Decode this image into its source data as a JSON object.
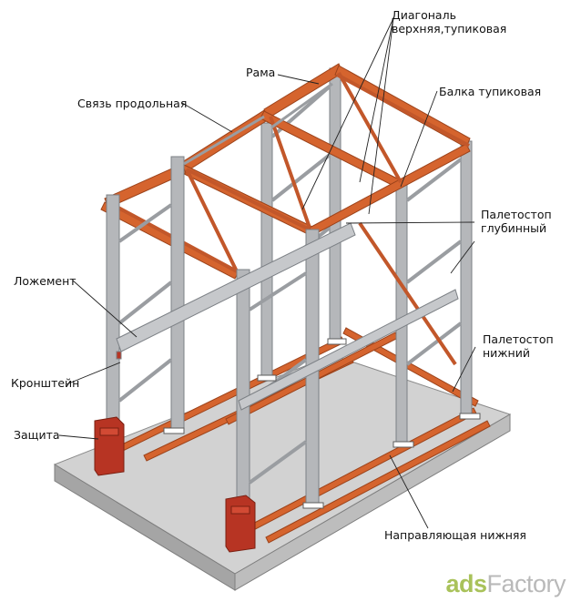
{
  "labels": {
    "diagonal_top": "Диагональ",
    "diagonal_top_2": "верхняя,тупиковая",
    "frame": "Рама",
    "beam_end": "Балка тупиковая",
    "longitudinal_tie": "Связь продольная",
    "pallet_stop_depth": "Палетостоп",
    "pallet_stop_depth_2": "глубинный",
    "support_rail": "Ложемент",
    "pallet_stop_bottom": "Палетостоп",
    "pallet_stop_bottom_2": "нижний",
    "bracket": "Кронштейн",
    "protection": "Защита",
    "bottom_guide": "Направляющая нижняя"
  },
  "watermark": {
    "brand_a": "ads",
    "brand_b": "Factory"
  },
  "colors": {
    "steel": "#b5b7ba",
    "steel_dark": "#7c8085",
    "orange": "#d5642e",
    "orange_dark": "#9c431b",
    "red": "#b73423",
    "floor_top": "#cfcfcf",
    "floor_side": "#a9a9a9"
  }
}
